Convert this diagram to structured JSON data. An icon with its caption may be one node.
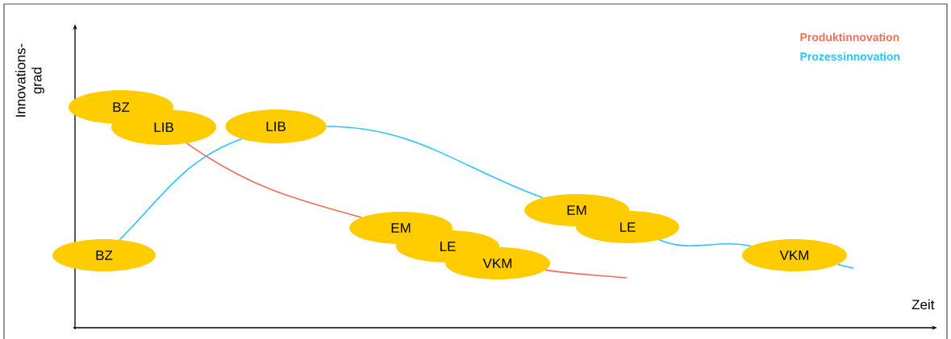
{
  "diagram": {
    "nodes": [
      {
        "text": [
          "BZ"
        ]
      },
      {
        "text": [
          "LIB"
        ]
      },
      {
        "text": [
          "EM"
        ]
      },
      {
        "text": [
          "LE"
        ]
      },
      {
        "text": [
          "VKM"
        ]
      },
      {
        "text": [
          "BZ"
        ]
      },
      {
        "text": [
          "LIB"
        ]
      },
      {
        "text": [
          "EM"
        ]
      },
      {
        "text": [
          "LE"
        ]
      },
      {
        "text": [
          "VKM"
        ]
      }
    ],
    "edges": [
      {
        "from": 1,
        "to": 2,
        "arrow": "none",
        "color": "#e8735a"
      },
      {
        "from": 4,
        "to": null,
        "arrow": "none",
        "color": "#e8735a"
      },
      {
        "from": 5,
        "to": 6,
        "arrow": "none",
        "color": "#29c5f6"
      },
      {
        "from": 6,
        "to": 7,
        "arrow": "none",
        "color": "#29c5f6"
      },
      {
        "from": 8,
        "to": 9,
        "arrow": "none",
        "color": "#29c5f6"
      },
      {
        "from": 9,
        "to": null,
        "arrow": "none",
        "color": "#29c5f6"
      }
    ],
    "labels": [
      "Innovations- grad",
      "Zeit"
    ],
    "legend": [
      {
        "text": "Produktinnovation",
        "color": "#e8735a"
      },
      {
        "text": "Prozessinnovation",
        "color": "#29c5f6"
      }
    ]
  }
}
